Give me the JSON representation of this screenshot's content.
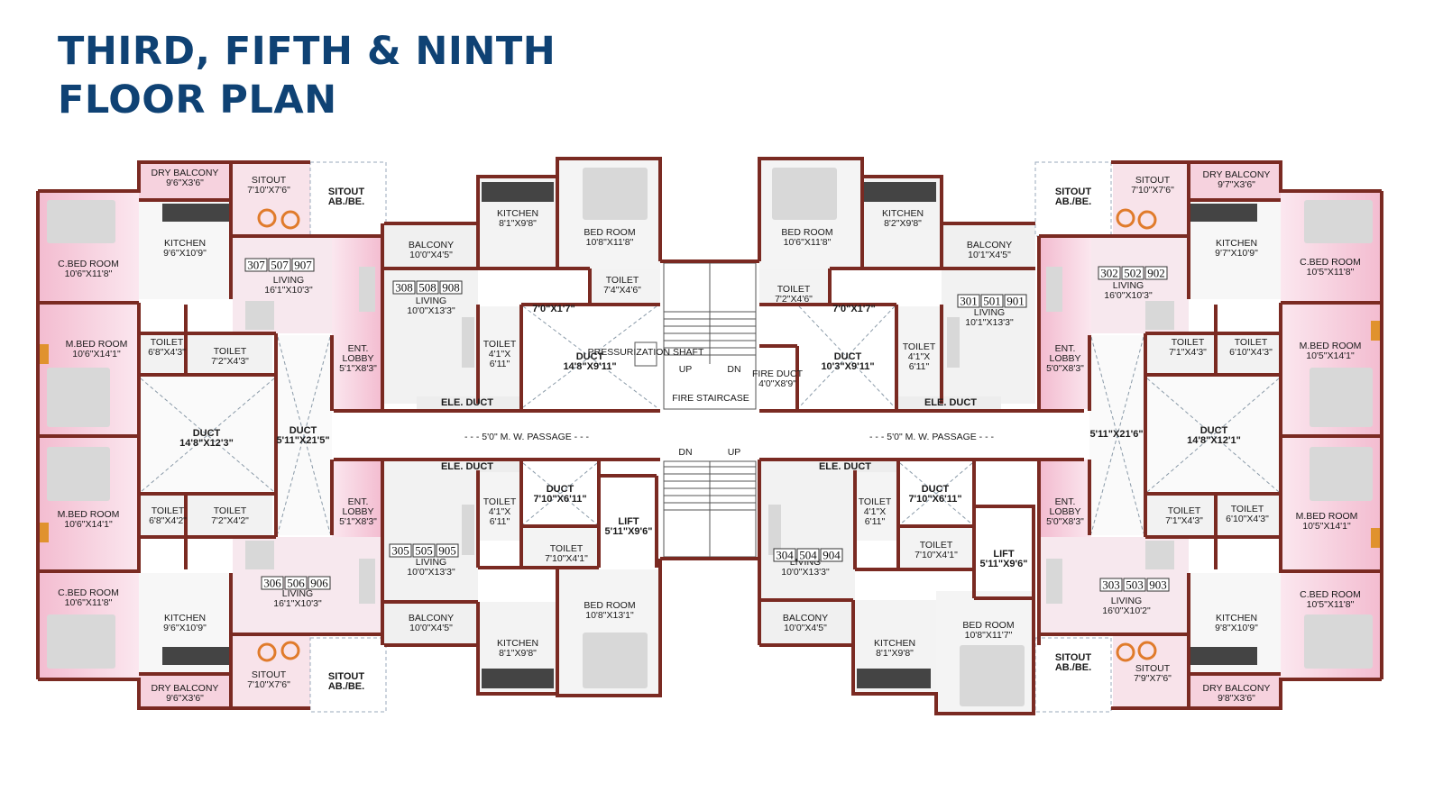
{
  "title": {
    "line1": "THIRD, FIFTH & NINTH",
    "line2": "FLOOR PLAN"
  },
  "colors": {
    "title": "#0f4274",
    "wall": "#7a2a22",
    "pink": "#f4c6d8",
    "floor": "#eeeeee"
  },
  "units": [
    {
      "id": "u307",
      "numbers": [
        "307",
        "507",
        "907"
      ]
    },
    {
      "id": "u306",
      "numbers": [
        "306",
        "506",
        "906"
      ]
    },
    {
      "id": "u308",
      "numbers": [
        "308",
        "508",
        "908"
      ]
    },
    {
      "id": "u305",
      "numbers": [
        "305",
        "505",
        "905"
      ]
    },
    {
      "id": "u301",
      "numbers": [
        "301",
        "501",
        "901"
      ]
    },
    {
      "id": "u304",
      "numbers": [
        "304",
        "504",
        "904"
      ]
    },
    {
      "id": "u302",
      "numbers": [
        "302",
        "502",
        "902"
      ]
    },
    {
      "id": "u303",
      "numbers": [
        "303",
        "503",
        "903"
      ]
    }
  ],
  "rooms": [
    {
      "id": "r1",
      "name": "DRY BALCONY",
      "dim": "9'6\"X3'6\""
    },
    {
      "id": "r2",
      "name": "SITOUT",
      "dim": "7'10\"X7'6\""
    },
    {
      "id": "r3",
      "name": "SITOUT",
      "dim": "AB./BE."
    },
    {
      "id": "r4",
      "name": "C.BED ROOM",
      "dim": "10'6\"X11'8\""
    },
    {
      "id": "r5",
      "name": "KITCHEN",
      "dim": "9'6\"X10'9\""
    },
    {
      "id": "r6",
      "name": "LIVING",
      "dim": "16'1\"X10'3\""
    },
    {
      "id": "r7",
      "name": "M.BED ROOM",
      "dim": "10'6\"X14'1\""
    },
    {
      "id": "r8",
      "name": "TOILET",
      "dim": "6'8\"X4'3\""
    },
    {
      "id": "r9",
      "name": "TOILET",
      "dim": "7'2\"X4'3\""
    },
    {
      "id": "r10",
      "name": "ENT.",
      "dim": "LOBBY",
      "dim2": "5'1\"X8'3\""
    },
    {
      "id": "r11",
      "name": "DUCT",
      "dim": "14'8\"X12'3\""
    },
    {
      "id": "r12",
      "name": "DUCT",
      "dim": "5'11\"X21'5\""
    },
    {
      "id": "r13",
      "name": "M.BED ROOM",
      "dim": "10'6\"X14'1\""
    },
    {
      "id": "r14",
      "name": "TOILET",
      "dim": "6'8\"X4'2\""
    },
    {
      "id": "r15",
      "name": "TOILET",
      "dim": "7'2\"X4'2\""
    },
    {
      "id": "r16",
      "name": "ENT.",
      "dim": "LOBBY",
      "dim2": "5'1\"X8'3\""
    },
    {
      "id": "r17",
      "name": "C.BED ROOM",
      "dim": "10'6\"X11'8\""
    },
    {
      "id": "r18",
      "name": "KITCHEN",
      "dim": "9'6\"X10'9\""
    },
    {
      "id": "r19",
      "name": "LIVING",
      "dim": "16'1\"X10'3\""
    },
    {
      "id": "r20",
      "name": "DRY BALCONY",
      "dim": "9'6\"X3'6\""
    },
    {
      "id": "r21",
      "name": "SITOUT",
      "dim": "7'10\"X7'6\""
    },
    {
      "id": "r22",
      "name": "SITOUT",
      "dim": "AB./BE."
    },
    {
      "id": "r23",
      "name": "BALCONY",
      "dim": "10'0\"X4'5\""
    },
    {
      "id": "r24",
      "name": "KITCHEN",
      "dim": "8'1\"X9'8\""
    },
    {
      "id": "r25",
      "name": "BED ROOM",
      "dim": "10'8\"X11'8\""
    },
    {
      "id": "r26",
      "name": "TOILET",
      "dim": "7'4\"X4'6\""
    },
    {
      "id": "r27",
      "name": "LIVING",
      "dim": "10'0\"X13'3\""
    },
    {
      "id": "r28",
      "name": "TOILET",
      "dim": "4'1\"X",
      "dim2": "6'11\""
    },
    {
      "id": "r29",
      "name": "7'0\"X1'7\"",
      "dim": ""
    },
    {
      "id": "r30",
      "name": "DUCT",
      "dim": "14'8\"X9'11\""
    },
    {
      "id": "r31",
      "name": "ELE. DUCT",
      "dim": ""
    },
    {
      "id": "r32",
      "name": "ELE. DUCT",
      "dim": ""
    },
    {
      "id": "r33",
      "name": "TOILET",
      "dim": "4'1\"X",
      "dim2": "6'11\""
    },
    {
      "id": "r34",
      "name": "DUCT",
      "dim": "7'10\"X6'11\""
    },
    {
      "id": "r35",
      "name": "TOILET",
      "dim": "7'10\"X4'1\""
    },
    {
      "id": "r36",
      "name": "LIFT",
      "dim": "5'11\"X9'6\""
    },
    {
      "id": "r37",
      "name": "LIVING",
      "dim": "10'0\"X13'3\""
    },
    {
      "id": "r38",
      "name": "BALCONY",
      "dim": "10'0\"X4'5\""
    },
    {
      "id": "r39",
      "name": "KITCHEN",
      "dim": "8'1\"X9'8\""
    },
    {
      "id": "r40",
      "name": "BED ROOM",
      "dim": "10'8\"X13'1\""
    },
    {
      "id": "r41",
      "name": "BED ROOM",
      "dim": "10'6\"X11'8\""
    },
    {
      "id": "r42",
      "name": "KITCHEN",
      "dim": "8'2\"X9'8\""
    },
    {
      "id": "r43",
      "name": "BALCONY",
      "dim": "10'1\"X4'5\""
    },
    {
      "id": "r44",
      "name": "TOILET",
      "dim": "7'2\"X4'6\""
    },
    {
      "id": "r45",
      "name": "7'0\"X1'7\"",
      "dim": ""
    },
    {
      "id": "r46",
      "name": "DUCT",
      "dim": "10'3\"X9'11\""
    },
    {
      "id": "r47",
      "name": "FIRE DUCT",
      "dim": "4'0\"X8'9\""
    },
    {
      "id": "r48",
      "name": "TOILET",
      "dim": "4'1\"X",
      "dim2": "6'11\""
    },
    {
      "id": "r49",
      "name": "LIVING",
      "dim": "10'1\"X13'3\""
    },
    {
      "id": "r50",
      "name": "ELE. DUCT",
      "dim": ""
    },
    {
      "id": "r51",
      "name": "ELE. DUCT",
      "dim": ""
    },
    {
      "id": "r52",
      "name": "DUCT",
      "dim": "7'10\"X6'11\""
    },
    {
      "id": "r53",
      "name": "TOILET",
      "dim": "4'1\"X",
      "dim2": "6'11\""
    },
    {
      "id": "r54",
      "name": "TOILET",
      "dim": "7'10\"X4'1\""
    },
    {
      "id": "r55",
      "name": "LIFT",
      "dim": "5'11\"X9'6\""
    },
    {
      "id": "r56",
      "name": "LIVING",
      "dim": "10'0\"X13'3\""
    },
    {
      "id": "r57",
      "name": "BALCONY",
      "dim": "10'0\"X4'5\""
    },
    {
      "id": "r58",
      "name": "KITCHEN",
      "dim": "8'1\"X9'8\""
    },
    {
      "id": "r59",
      "name": "BED ROOM",
      "dim": "10'8\"X11'7\""
    },
    {
      "id": "r60",
      "name": "SITOUT",
      "dim": "AB./BE."
    },
    {
      "id": "r61",
      "name": "SITOUT",
      "dim": "7'10\"X7'6\""
    },
    {
      "id": "r62",
      "name": "DRY BALCONY",
      "dim": "9'7\"X3'6\""
    },
    {
      "id": "r63",
      "name": "C.BED ROOM",
      "dim": "10'5\"X11'8\""
    },
    {
      "id": "r64",
      "name": "KITCHEN",
      "dim": "9'7\"X10'9\""
    },
    {
      "id": "r65",
      "name": "LIVING",
      "dim": "16'0\"X10'3\""
    },
    {
      "id": "r66",
      "name": "ENT.",
      "dim": "LOBBY",
      "dim2": "5'0\"X8'3\""
    },
    {
      "id": "r67",
      "name": "TOILET",
      "dim": "7'1\"X4'3\""
    },
    {
      "id": "r68",
      "name": "TOILET",
      "dim": "6'10\"X4'3\""
    },
    {
      "id": "r69",
      "name": "M.BED ROOM",
      "dim": "10'5\"X14'1\""
    },
    {
      "id": "r70",
      "name": "5'11\"X21'6\"",
      "dim": ""
    },
    {
      "id": "r71",
      "name": "DUCT",
      "dim": "14'8\"X12'1\""
    },
    {
      "id": "r72",
      "name": "ENT.",
      "dim": "LOBBY",
      "dim2": "5'0\"X8'3\""
    },
    {
      "id": "r73",
      "name": "TOILET",
      "dim": "7'1\"X4'3\""
    },
    {
      "id": "r74",
      "name": "TOILET",
      "dim": "6'10\"X4'3\""
    },
    {
      "id": "r75",
      "name": "M.BED ROOM",
      "dim": "10'5\"X14'1\""
    },
    {
      "id": "r76",
      "name": "LIVING",
      "dim": "16'0\"X10'2\""
    },
    {
      "id": "r77",
      "name": "C.BED ROOM",
      "dim": "10'5\"X11'8\""
    },
    {
      "id": "r78",
      "name": "KITCHEN",
      "dim": "9'8\"X10'9\""
    },
    {
      "id": "r79",
      "name": "SITOUT",
      "dim": "AB./BE."
    },
    {
      "id": "r80",
      "name": "SITOUT",
      "dim": "7'9\"X7'6\""
    },
    {
      "id": "r81",
      "name": "DRY BALCONY",
      "dim": "9'8\"X3'6\""
    }
  ],
  "core": {
    "passage_left": "- - -  5'0\" M. W.  PASSAGE - - -",
    "passage_right": "- - -  5'0\" M. W.  PASSAGE - - -",
    "fire_staircase": "FIRE STAIRCASE",
    "up_top": "UP",
    "dn_top": "DN",
    "dn_bottom": "DN",
    "up_bottom": "UP",
    "pressurization": "PRESSURIZATION SHAFT"
  }
}
